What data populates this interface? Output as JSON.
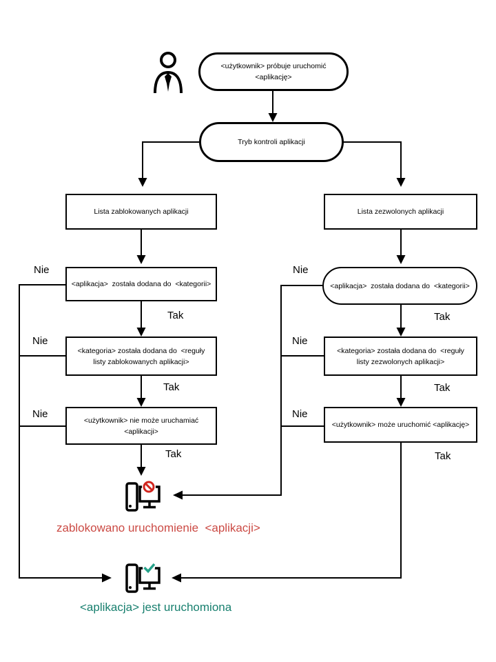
{
  "diagram": {
    "nodes": {
      "start": "<użytkownik> próbuje uruchomić\n<aplikację>",
      "mode": "Tryb kontroli aplikacji",
      "denylist": "Lista zablokowanych aplikacji",
      "allowlist": "Lista zezwolonych aplikacji",
      "app_added_category_left": "<aplikacja>  została dodana do  <kategorii>",
      "app_added_category_right": "<aplikacja>  została dodana do  <kategorii>",
      "category_added_deny_rule": "<kategoria> została dodana do  <reguły\nlisty zablokowanych aplikacji>",
      "category_added_allow_rule": "<kategoria> została dodana do  <reguły\nlisty zezwolonych aplikacji>",
      "user_cannot_run": "<użytkownik> nie może uruchamiać\n<aplikacji>",
      "user_can_run": "<użytkownik> może uruchomić <aplikację>"
    },
    "labels": {
      "yes": "Tak",
      "no": "Nie"
    },
    "captions": {
      "blocked": "zablokowano uruchomienie  <aplikacji>",
      "running": "<aplikacja> jest uruchomiona"
    },
    "colors": {
      "line": "#000000",
      "blocked_text": "#cb4a44",
      "running_text": "#177f6e",
      "prohibit_badge": "#d1261f",
      "check_badge": "#26a28a"
    }
  }
}
